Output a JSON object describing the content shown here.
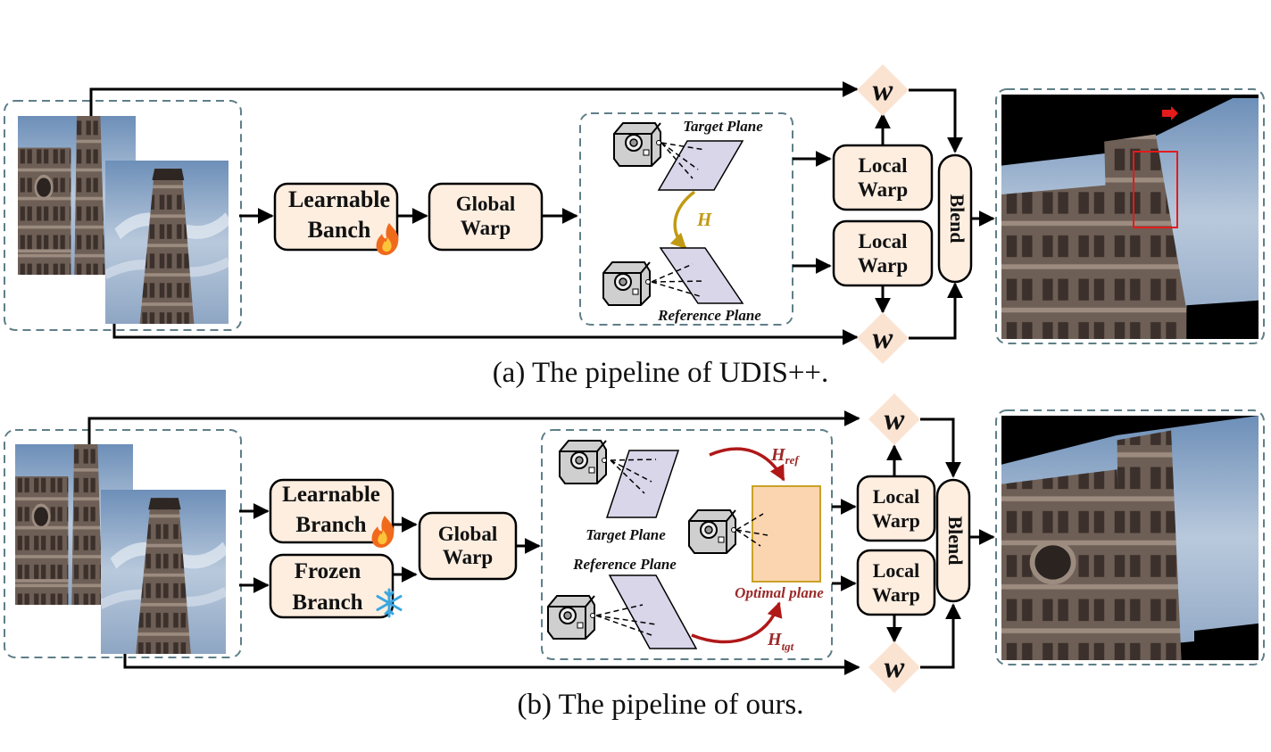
{
  "panel_a": {
    "learnable_line1": "Learnable",
    "learnable_line2": "Banch",
    "global_line1": "Global",
    "global_line2": "Warp",
    "target_plane": "Target Plane",
    "reference_plane": "Reference Plane",
    "homography": "H",
    "local1_line1": "Local",
    "local1_line2": "Warp",
    "local2_line1": "Local",
    "local2_line2": "Warp",
    "blend": "Blend",
    "w_top": "w",
    "w_bottom": "w",
    "caption": "(a)  The pipeline of UDIS++."
  },
  "panel_b": {
    "learnable_line1": "Learnable",
    "learnable_line2": "Branch",
    "frozen_line1": "Frozen",
    "frozen_line2": "Branch",
    "global_line1": "Global",
    "global_line2": "Warp",
    "target_plane": "Target Plane",
    "reference_plane": "Reference Plane",
    "optimal_plane": "Optimal plane",
    "h_ref": "H",
    "h_ref_sub": "ref",
    "h_tgt": "H",
    "h_tgt_sub": "tgt",
    "local1_line1": "Local",
    "local1_line2": "Warp",
    "local2_line1": "Local",
    "local2_line2": "Warp",
    "blend": "Blend",
    "w_top": "w",
    "w_bottom": "w",
    "caption": "(b)  The pipeline of ours."
  },
  "colors": {
    "box_fill": "#fdeee0",
    "plane_fill": "#d9d6ea",
    "optimal_fill": "#fbd5b0",
    "optimal_border": "#c9a227",
    "curve_gold": "#c09a14",
    "curve_red": "#b01818",
    "label_red": "#9b2a2a",
    "w_fill": "#fbe3d2",
    "dash": "#5f7f88"
  }
}
